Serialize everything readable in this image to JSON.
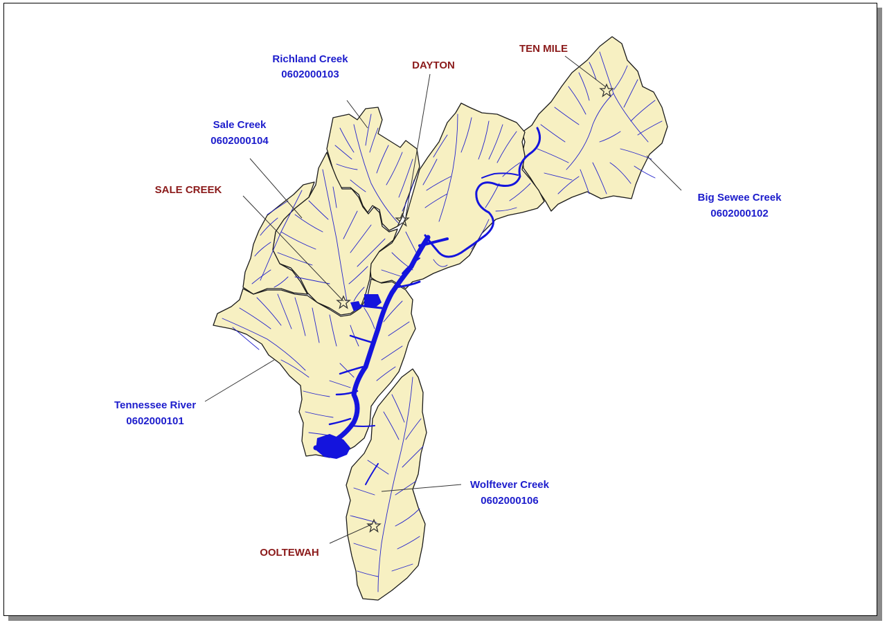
{
  "map": {
    "colors": {
      "watershed_fill": "#f7f0c2",
      "boundary": "#1a1a1a",
      "water": "#1414dd",
      "watershed_label": "#1c1ccc",
      "town_label": "#8b1a1a",
      "frame_shadow": "#8a8a8a"
    },
    "watersheds": [
      {
        "id": "richland",
        "name": "Richland Creek",
        "code": "0602000103"
      },
      {
        "id": "sale",
        "name": "Sale Creek",
        "code": "0602000104"
      },
      {
        "id": "bigsewee",
        "name": "Big Sewee Creek",
        "code": "0602000102"
      },
      {
        "id": "tennessee",
        "name": "Tennessee River",
        "code": "0602000101"
      },
      {
        "id": "wolftever",
        "name": "Wolftever Creek",
        "code": "0602000106"
      }
    ],
    "towns": [
      {
        "id": "dayton",
        "name": "DAYTON",
        "icon": "star-icon"
      },
      {
        "id": "tenmile",
        "name": "TEN MILE",
        "icon": "star-icon"
      },
      {
        "id": "salecreek",
        "name": "SALE CREEK",
        "icon": "star-icon"
      },
      {
        "id": "ooltewah",
        "name": "OOLTEWAH",
        "icon": "star-icon"
      }
    ]
  }
}
